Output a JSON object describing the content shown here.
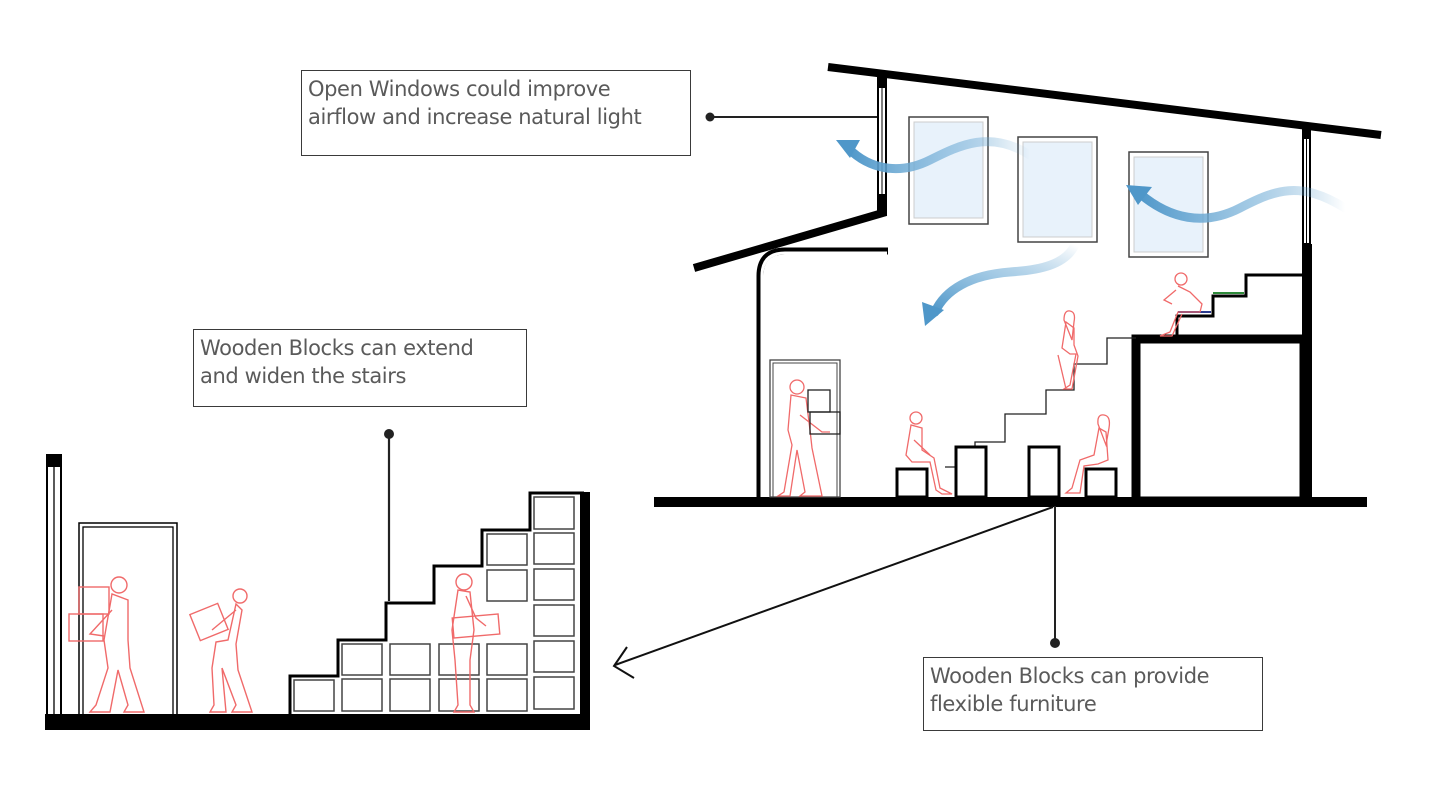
{
  "diagram": {
    "title": "",
    "annotations": [
      {
        "id": "windows",
        "lines": [
          "Open Windows could improve",
          "airflow and increase natural light"
        ]
      },
      {
        "id": "stairs",
        "lines": [
          "Wooden Blocks can extend",
          "and widen the stairs"
        ]
      },
      {
        "id": "furniture",
        "lines": [
          "Wooden Blocks can provide",
          "flexible furniture"
        ]
      }
    ],
    "colors": {
      "structure": "#000000",
      "figures": "#f06a6a",
      "airflow": "#4f97c9",
      "window_glass": "#e8f2fb",
      "window_frame": "#555555",
      "label_text": "#5a5a5a",
      "label_border": "#3a3a3a",
      "step_accent_green": "#2e8b3a",
      "step_accent_blue": "#2b3a8f"
    },
    "sections": {
      "main": "building-section-with-stepped-seating",
      "detail": "stair-block-detail"
    },
    "figures": {
      "main_section": [
        "person-carrying-boxes",
        "person-sitting-on-block",
        "person-sitting-on-stairs",
        "person-sitting-on-block-right",
        "person-sitting-on-top-step"
      ],
      "detail_section": [
        "person-carrying-boxes",
        "person-carrying-box",
        "person-holding-block"
      ]
    }
  }
}
